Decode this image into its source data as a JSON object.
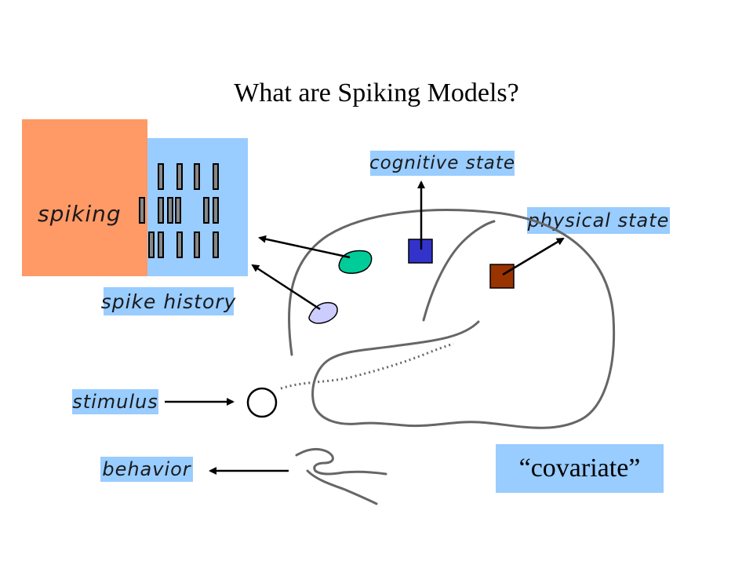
{
  "title": "What are Spiking Models?",
  "labels": {
    "spiking": "spiking",
    "spike_history": "spike history",
    "cognitive_state": "cognitive state",
    "physical_state": "physical state",
    "stimulus": "stimulus",
    "behavior": "behavior",
    "covariate": "“covariate”"
  },
  "colors": {
    "label_bg": "#99ccff",
    "spiking_bg": "#ff9966",
    "green_region": "#00cc99",
    "lavender_region": "#ccccff",
    "blue_region": "#3333cc",
    "brown_region": "#993300",
    "outline": "#666666"
  }
}
